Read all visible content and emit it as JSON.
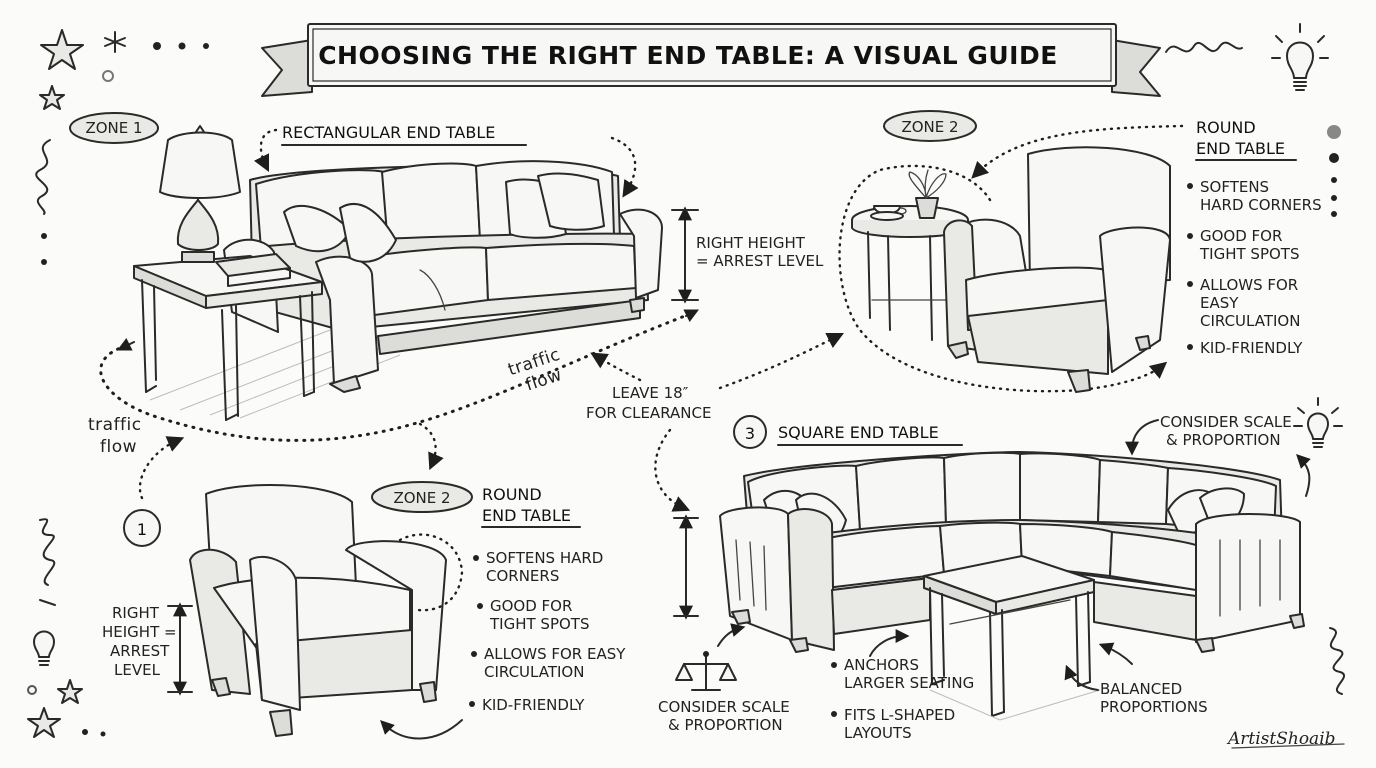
{
  "title": "CHOOSING THE RIGHT END TABLE: A VISUAL GUIDE",
  "zone1": {
    "zone_label": "ZONE 1",
    "table_label": "RECTANGULAR END TABLE",
    "height_note": [
      "RIGHT HEIGHT",
      "= ARREST LEVEL"
    ],
    "traffic_flow_left": [
      "traffic",
      "flow"
    ],
    "traffic_flow_center": [
      "traffic",
      "flow"
    ],
    "clearance_note": [
      "LEAVE 18″",
      "FOR CLEARANCE"
    ]
  },
  "zone2_top": {
    "zone_label": "ZONE 2",
    "table_label": [
      "ROUND",
      "END TABLE"
    ],
    "bullets": [
      [
        "SOFTENS",
        "HARD CORNERS"
      ],
      [
        "GOOD FOR",
        "TIGHT SPOTS"
      ],
      [
        "ALLOWS FOR",
        "EASY",
        "CIRCULATION"
      ],
      [
        "KID-FRIENDLY"
      ]
    ]
  },
  "zone2_bottom": {
    "step_number": "1",
    "zone_label": "ZONE 2",
    "table_label": [
      "ROUND",
      "END TABLE"
    ],
    "height_note": [
      "RIGHT",
      "HEIGHT =",
      "ARREST",
      "LEVEL"
    ],
    "bullets": [
      [
        "SOFTENS HARD",
        "CORNERS"
      ],
      [
        "GOOD FOR",
        "TIGHT SPOTS"
      ],
      [
        "ALLOWS FOR EASY",
        "CIRCULATION"
      ],
      [
        "KID-FRIENDLY"
      ]
    ]
  },
  "zone3": {
    "step_number": "3",
    "table_label": "SQUARE END TABLE",
    "scale_top": [
      "CONSIDER SCALE",
      "& PROPORTION"
    ],
    "scale_bottom": [
      "CONSIDER SCALE",
      "& PROPORTION"
    ],
    "bullets": [
      [
        "ANCHORS",
        "LARGER SEATING"
      ],
      [
        "FITS L-SHAPED",
        "LAYOUTS"
      ]
    ],
    "balanced": [
      "BALANCED",
      "PROPORTIONS"
    ]
  },
  "signature": "ArtistShoaib",
  "colors": {
    "ink": "#2a2a2a",
    "paper": "#fbfbf9",
    "shade": "#e9e9e6"
  }
}
